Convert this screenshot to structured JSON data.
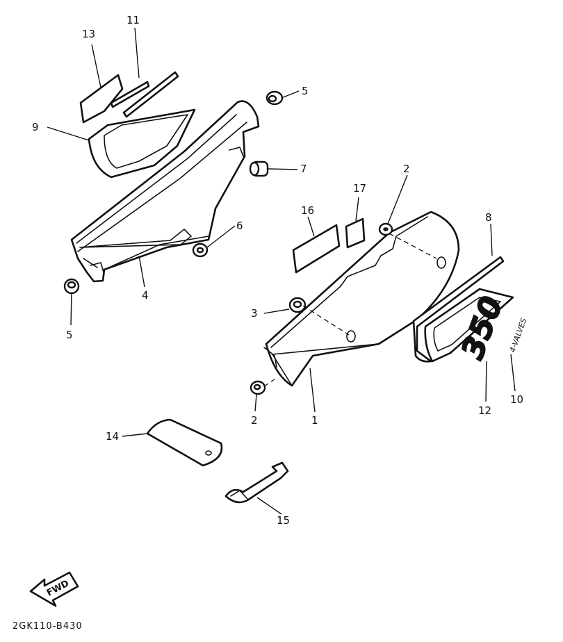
{
  "labels": {
    "p1": "1",
    "p2a": "2",
    "p2b": "2",
    "p3": "3",
    "p4": "4",
    "p5a": "5",
    "p5b": "5",
    "p6": "6",
    "p7": "7",
    "p8": "8",
    "p9": "9",
    "p10": "10",
    "p11": "11",
    "p12": "12",
    "p13": "13",
    "p14": "14",
    "p15": "15",
    "p16": "16",
    "p17": "17"
  },
  "emblem": {
    "number": "350",
    "text": "4-VALVES"
  },
  "fwd_arrow": "FWD",
  "drawing_code": "2GK110-B430"
}
